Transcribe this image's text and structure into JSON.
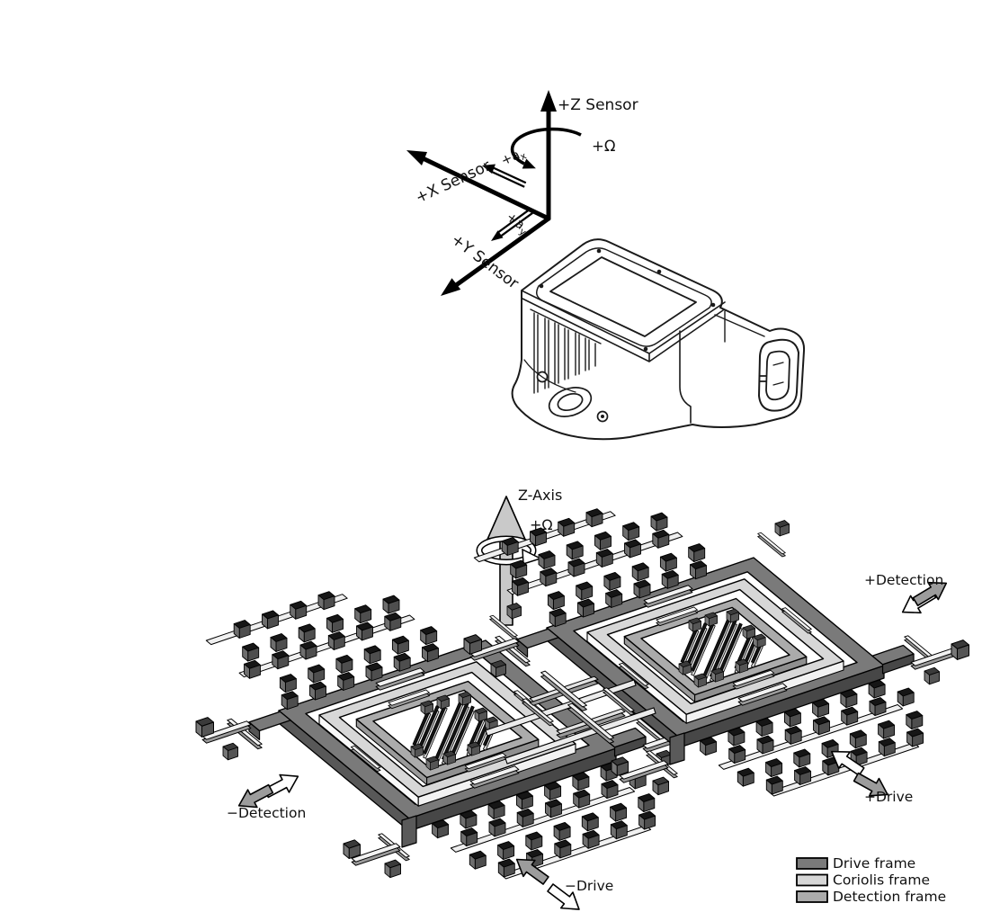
{
  "axes_diagram": {
    "z_label": "+Z Sensor",
    "x_label": "+X Sensor",
    "y_label": "+Y Sensor",
    "omega_label": "+Ω",
    "accel_x_base": "+a",
    "accel_x_sub": "x",
    "accel_y_base": "+a",
    "accel_y_sub": "y"
  },
  "mems_diagram": {
    "z_axis_label": "Z-Axis",
    "omega_label": "+Ω",
    "plus_detection_label": "+Detection",
    "minus_detection_label": "−Detection",
    "plus_drive_label": "+Drive",
    "minus_drive_label": "−Drive"
  },
  "legend": {
    "items": [
      {
        "label": "Drive frame",
        "color": "#7a7a7a"
      },
      {
        "label": "Coriolis frame",
        "color": "#d7d7d7"
      },
      {
        "label": "Detection frame",
        "color": "#ababab"
      }
    ]
  },
  "colors": {
    "line": "#000000",
    "arrow_gray": "#9c9c9c",
    "z_arrow_gray": "#c9c9c9",
    "comb_dark": "#161616"
  }
}
